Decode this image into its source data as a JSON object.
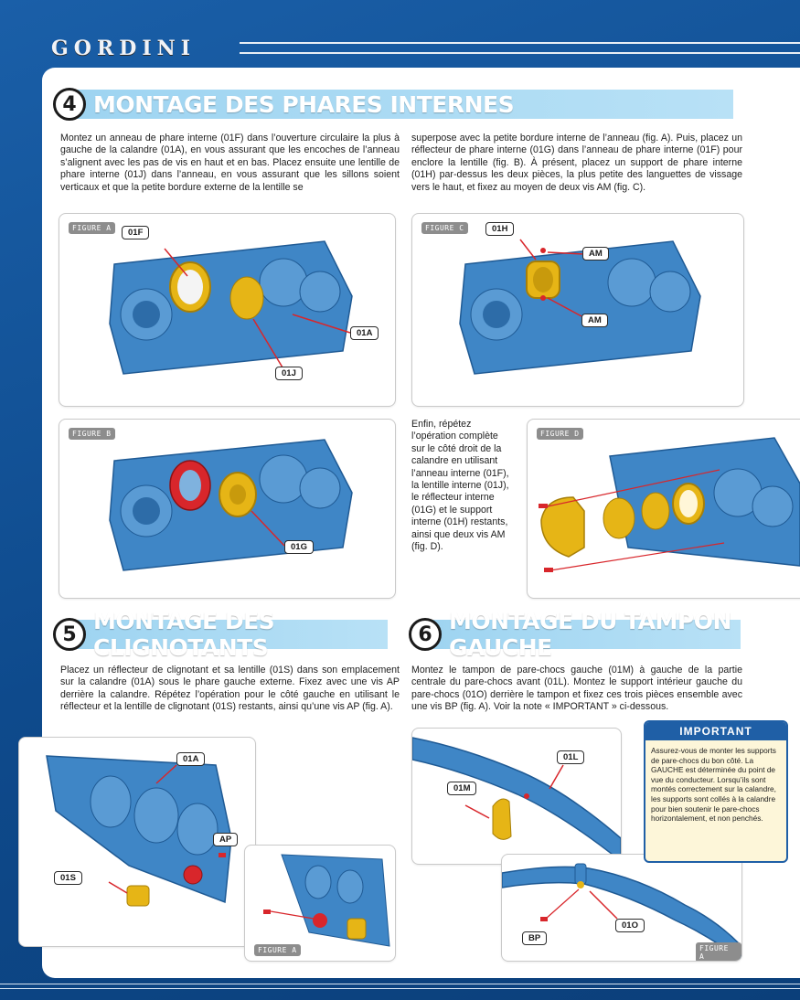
{
  "brand": "GORDINI",
  "sections": {
    "s4": {
      "number": "4",
      "title": "MONTAGE DES PHARES INTERNES",
      "text_left": "Montez un anneau de phare interne (01F) dans l’ouverture circulaire la plus à gauche de la calandre (01A), en vous assurant que les encoches de l’anneau s’alignent avec les pas de vis en haut et en bas. Placez ensuite une lentille de phare interne (01J) dans l’anneau, en vous assurant que les sillons soient verticaux et que la petite bordure externe de la lentille se",
      "text_right": "superpose avec la petite bordure interne de l’anneau (fig. A). Puis, placez un réflecteur de phare interne (01G) dans l’anneau de phare interne (01F) pour enclore la lentille (fig. B). À présent, placez un support de phare interne (01H) par-dessus les deux pièces, la plus petite des languettes de vissage vers le haut, et fixez au moyen de deux vis AM (fig. C).",
      "text_repeat": "Enfin, répétez l’opération complète sur le côté droit de la calandre en utilisant l’anneau interne (01F), la lentille interne (01J), le réflecteur interne (01G) et le support interne (01H) restants, ainsi que deux vis AM (fig. D)."
    },
    "s5": {
      "number": "5",
      "title": "MONTAGE DES CLIGNOTANTS",
      "text": "Placez un réflecteur de clignotant et sa lentille (01S) dans son emplacement sur la calandre (01A) sous le phare gauche externe. Fixez avec une vis AP derrière la calandre. Répétez l’opération pour le côté gauche en utilisant le réflecteur et la lentille de clignotant (01S) restants, ainsi qu’une vis AP (fig. A)."
    },
    "s6": {
      "number": "6",
      "title": "MONTAGE DU TAMPON GAUCHE",
      "text": "Montez le tampon de pare-chocs gauche (01M) à gauche de la partie centrale du pare-chocs avant (01L). Montez le support intérieur gauche du pare-chocs (01O) derrière le tampon et fixez ces trois pièces ensemble avec une vis BP (fig. A). Voir la note « IMPORTANT » ci-dessous."
    }
  },
  "figures": {
    "f4a": {
      "label": "FIGURE A",
      "tags": [
        "01F",
        "01A",
        "01J"
      ]
    },
    "f4b": {
      "label": "FIGURE B",
      "tags": [
        "01G"
      ]
    },
    "f4c": {
      "label": "FIGURE C",
      "tags": [
        "01H",
        "AM",
        "AM"
      ]
    },
    "f4d": {
      "label": "FIGURE D"
    },
    "f5a": {
      "label": "FIGURE A",
      "tags": [
        "01A",
        "AP",
        "01S"
      ]
    },
    "f6a": {
      "label": "FIGURE A",
      "tags": [
        "01L",
        "01M",
        "01O",
        "BP"
      ]
    }
  },
  "important": {
    "title": "IMPORTANT",
    "text": "Assurez-vous de monter les supports de pare-chocs du bon côté. La GAUCHE est déterminée du point de vue du conducteur. Lorsqu’ils sont montés correctement sur la calandre, les supports sont collés à la calandre pour bien soutenir le pare-chocs horizontalement, et non penchés."
  },
  "colors": {
    "part_blue": "#3f86c6",
    "part_yellow": "#e6b516",
    "accent_red": "#d8262b",
    "header_bar": "#a9dbf4"
  }
}
